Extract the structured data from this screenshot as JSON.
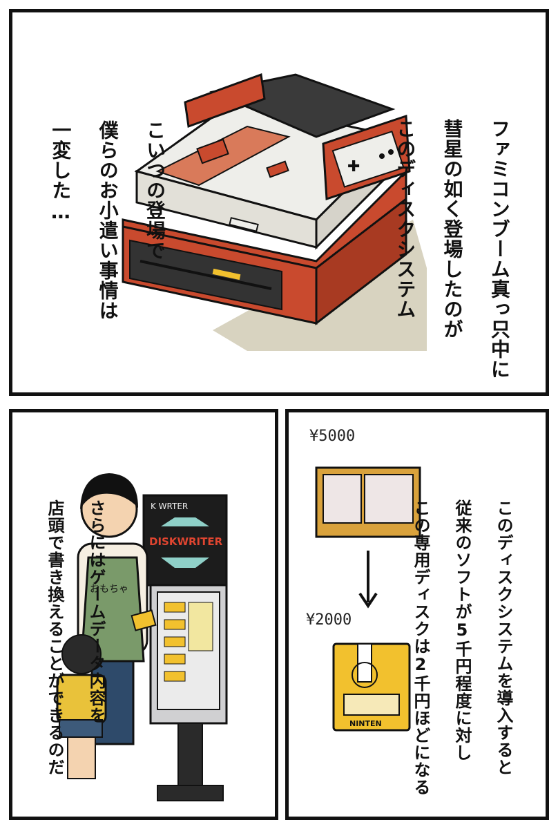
{
  "panel1": {
    "right_lines": [
      "ファミコンブーム真っ只中に",
      "彗星の如く登場したのが",
      "このディスクシステム"
    ],
    "left_lines": [
      "こいつの登場で",
      "僕らのお小遣い事情は",
      "一変した…"
    ]
  },
  "panel2": {
    "lines": [
      "さらにはゲームデータ内容を",
      "店頭で書き換えることができるのだ"
    ],
    "kiosk_top_label": "K WRTER",
    "kiosk_label": "DISKWRITER",
    "apron_label": "おもちゃ"
  },
  "panel3": {
    "lines": [
      "このディスクシステムを導入すると",
      "従来のソフトが5千円程度に対し",
      "この専用ディスクは2千円ほどになる"
    ],
    "price_cartridge": "¥5000",
    "price_disk": "¥2000",
    "disk_label": "NINTEN"
  },
  "colors": {
    "ink": "#111111",
    "console_white": "#eeeeea",
    "console_red": "#c94a2e",
    "console_dark": "#3a3a3a",
    "disk_yellow": "#f2c12e",
    "cartridge_gold": "#d9a23c"
  }
}
